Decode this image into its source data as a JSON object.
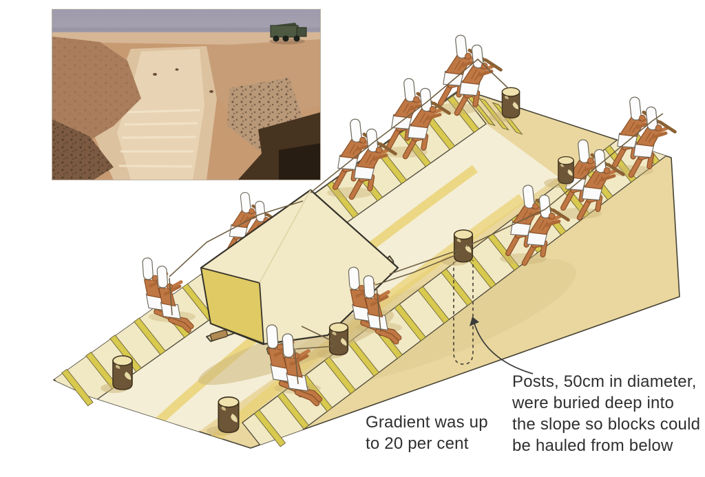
{
  "annotations": {
    "gradient_note": {
      "line1": "Gradient was up",
      "line2": "to 20 per cent"
    },
    "posts_note": {
      "line1": "Posts, 50cm in diameter,",
      "line2": "were buried deep into",
      "line3": "the slope so blocks could",
      "line4": "be hauled from below"
    }
  },
  "inset_photo": {
    "description": "Photograph of an ancient stepped quarry haul road in desert terrain with a modern truck near the horizon"
  },
  "scene": {
    "subject": "Workers hauling a stone block up a stepped ramp with ropes and buried posts",
    "worker_pairs_count": 10,
    "workers_count": 20,
    "posts_count": 6,
    "palette": {
      "slope": "#e9d79f",
      "track": "#f4eed6",
      "stair_tread": "#f1e8c4",
      "stair_riser": "#d8c94f",
      "block_top": "#f2e9c6",
      "block_side": "#dfca63",
      "skin": "#c27a45",
      "garment": "#fbfbfb",
      "post": "#6d5637",
      "rope": "#6f5f42",
      "text": "#2f2f2f"
    }
  }
}
